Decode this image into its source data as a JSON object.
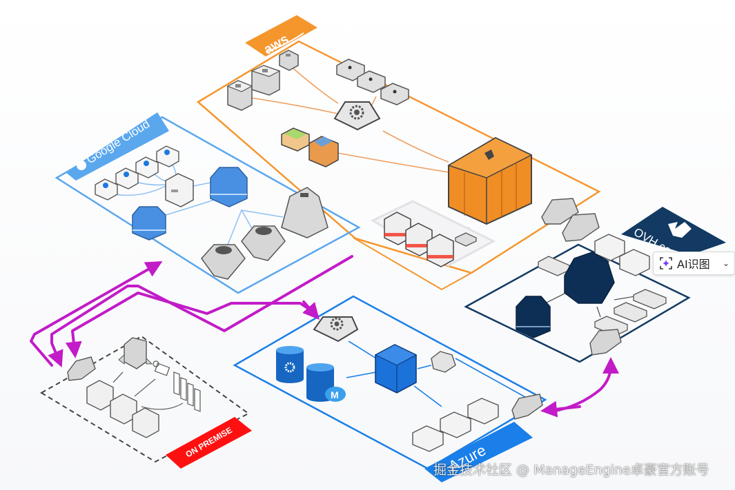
{
  "diagram": {
    "zones": {
      "aws": {
        "label": "aws",
        "color": "#f5962d"
      },
      "google_cloud": {
        "label": "Google Cloud",
        "color": "#5aa7ee"
      },
      "ovh": {
        "label": "OVH.com",
        "color": "#123a63"
      },
      "azure": {
        "label": "Azure",
        "color": "#1a7fe8"
      },
      "on_premise": {
        "label": "ON PREMISE",
        "color": "#ff1010"
      }
    },
    "connection_color": "#c21bc8",
    "nodes": {
      "aws": [
        "server-tower-1",
        "server-tower-2",
        "server-small",
        "storage-cube-1",
        "storage-cube-2",
        "storage-cube-3",
        "gear-hub",
        "archive-box-green",
        "archive-box-blue",
        "orange-datacenter",
        "red-stripe-server-1",
        "red-stripe-server-2",
        "red-stripe-server-3",
        "small-drive"
      ],
      "google_cloud": [
        "gc-node-1",
        "gc-node-2",
        "gc-node-3",
        "gc-node-4",
        "gc-compute",
        "gc-blue-db-large",
        "gc-blue-db-small",
        "gc-hex-1",
        "gc-hex-2",
        "gc-pyramid"
      ],
      "ovh": [
        "ovh-gateway-1",
        "ovh-gateway-2",
        "ovh-large-dome",
        "ovh-small-dome",
        "ovh-box-1",
        "ovh-box-2",
        "ovh-drive-1",
        "ovh-drive-2",
        "ovh-drive-3",
        "ovh-drive-4",
        "ovh-gateway-3"
      ],
      "azure": [
        "az-gear",
        "az-db-gear",
        "az-db-m",
        "az-blue-cube",
        "az-network",
        "az-box-1",
        "az-box-2",
        "az-box-3",
        "az-gateway"
      ],
      "on_premise": [
        "op-gateway",
        "op-tower",
        "op-mail",
        "op-docs",
        "op-server-1",
        "op-server-2",
        "op-server-3"
      ]
    }
  },
  "overlay": {
    "ai_button_label": "AI识图",
    "ai_button_chevron": "⌄",
    "watermark": "掘金技术社区 @ ManageEngine卓豪官方账号"
  }
}
